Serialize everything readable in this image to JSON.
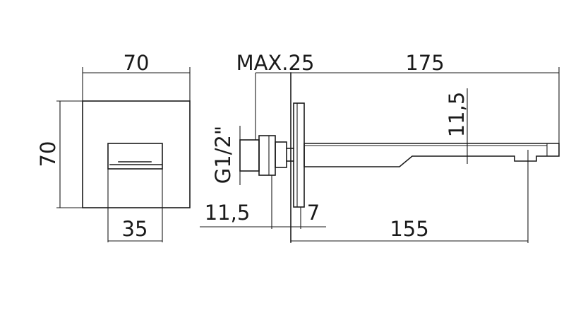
{
  "front_view": {
    "width_label": "70",
    "height_label": "70",
    "outlet_label": "35"
  },
  "side_view": {
    "max_label": "MAX.25",
    "length_label": "175",
    "thread_label": "G1/2\"",
    "spout_height_label": "11,5",
    "inlet_offset_label": "11,5",
    "plate_label": "7",
    "reach_label": "155"
  }
}
